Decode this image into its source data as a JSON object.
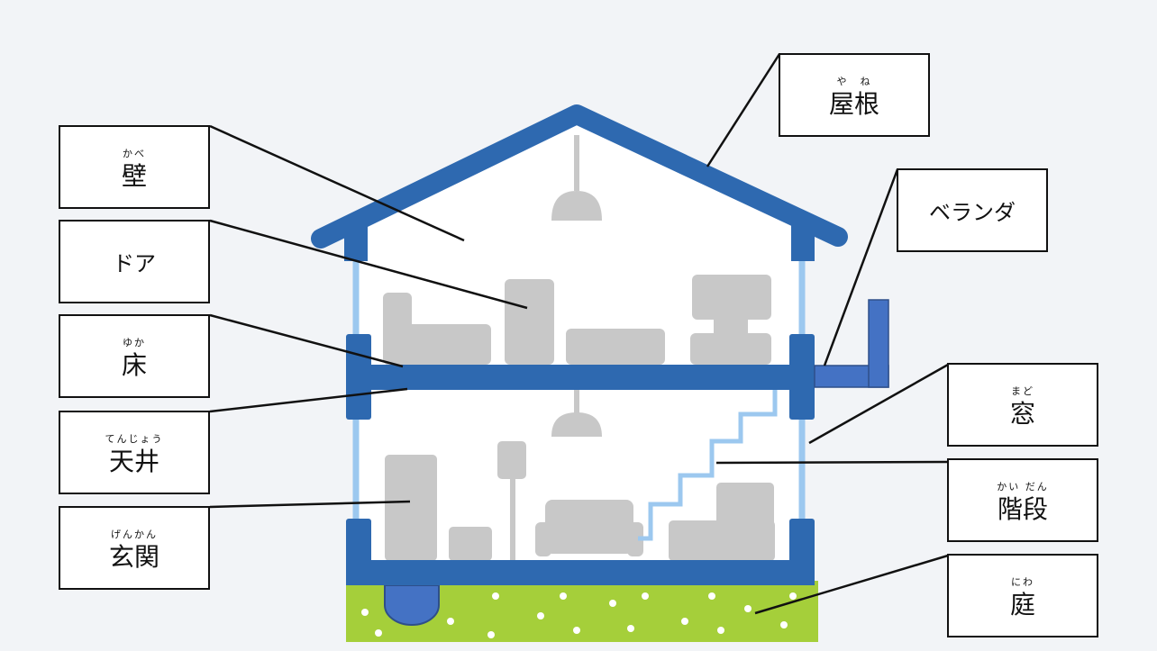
{
  "colors": {
    "background": "#f2f4f7",
    "house_blue": "#2e69b0",
    "house_blue_light": "#9cc8ef",
    "furniture_gray": "#c8c8c8",
    "grass": "#a5cf3a",
    "veranda": "#4472c4",
    "leader_line": "#111111"
  },
  "labels": {
    "yane": {
      "text": "屋根",
      "reading": "や　ね"
    },
    "kabe": {
      "text": "壁",
      "reading": "かべ"
    },
    "doa": {
      "text": "ドア"
    },
    "beranda": {
      "text": "ベランダ"
    },
    "yuka": {
      "text": "床",
      "reading": "ゆか"
    },
    "mado": {
      "text": "窓",
      "reading": "まど"
    },
    "tenjou": {
      "text": "天井",
      "reading": "てんじょう"
    },
    "kaidan": {
      "text": "階段",
      "reading": "かい だん"
    },
    "genkan": {
      "text": "玄関",
      "reading": "げんかん"
    },
    "niwa": {
      "text": "庭",
      "reading": "にわ"
    }
  }
}
